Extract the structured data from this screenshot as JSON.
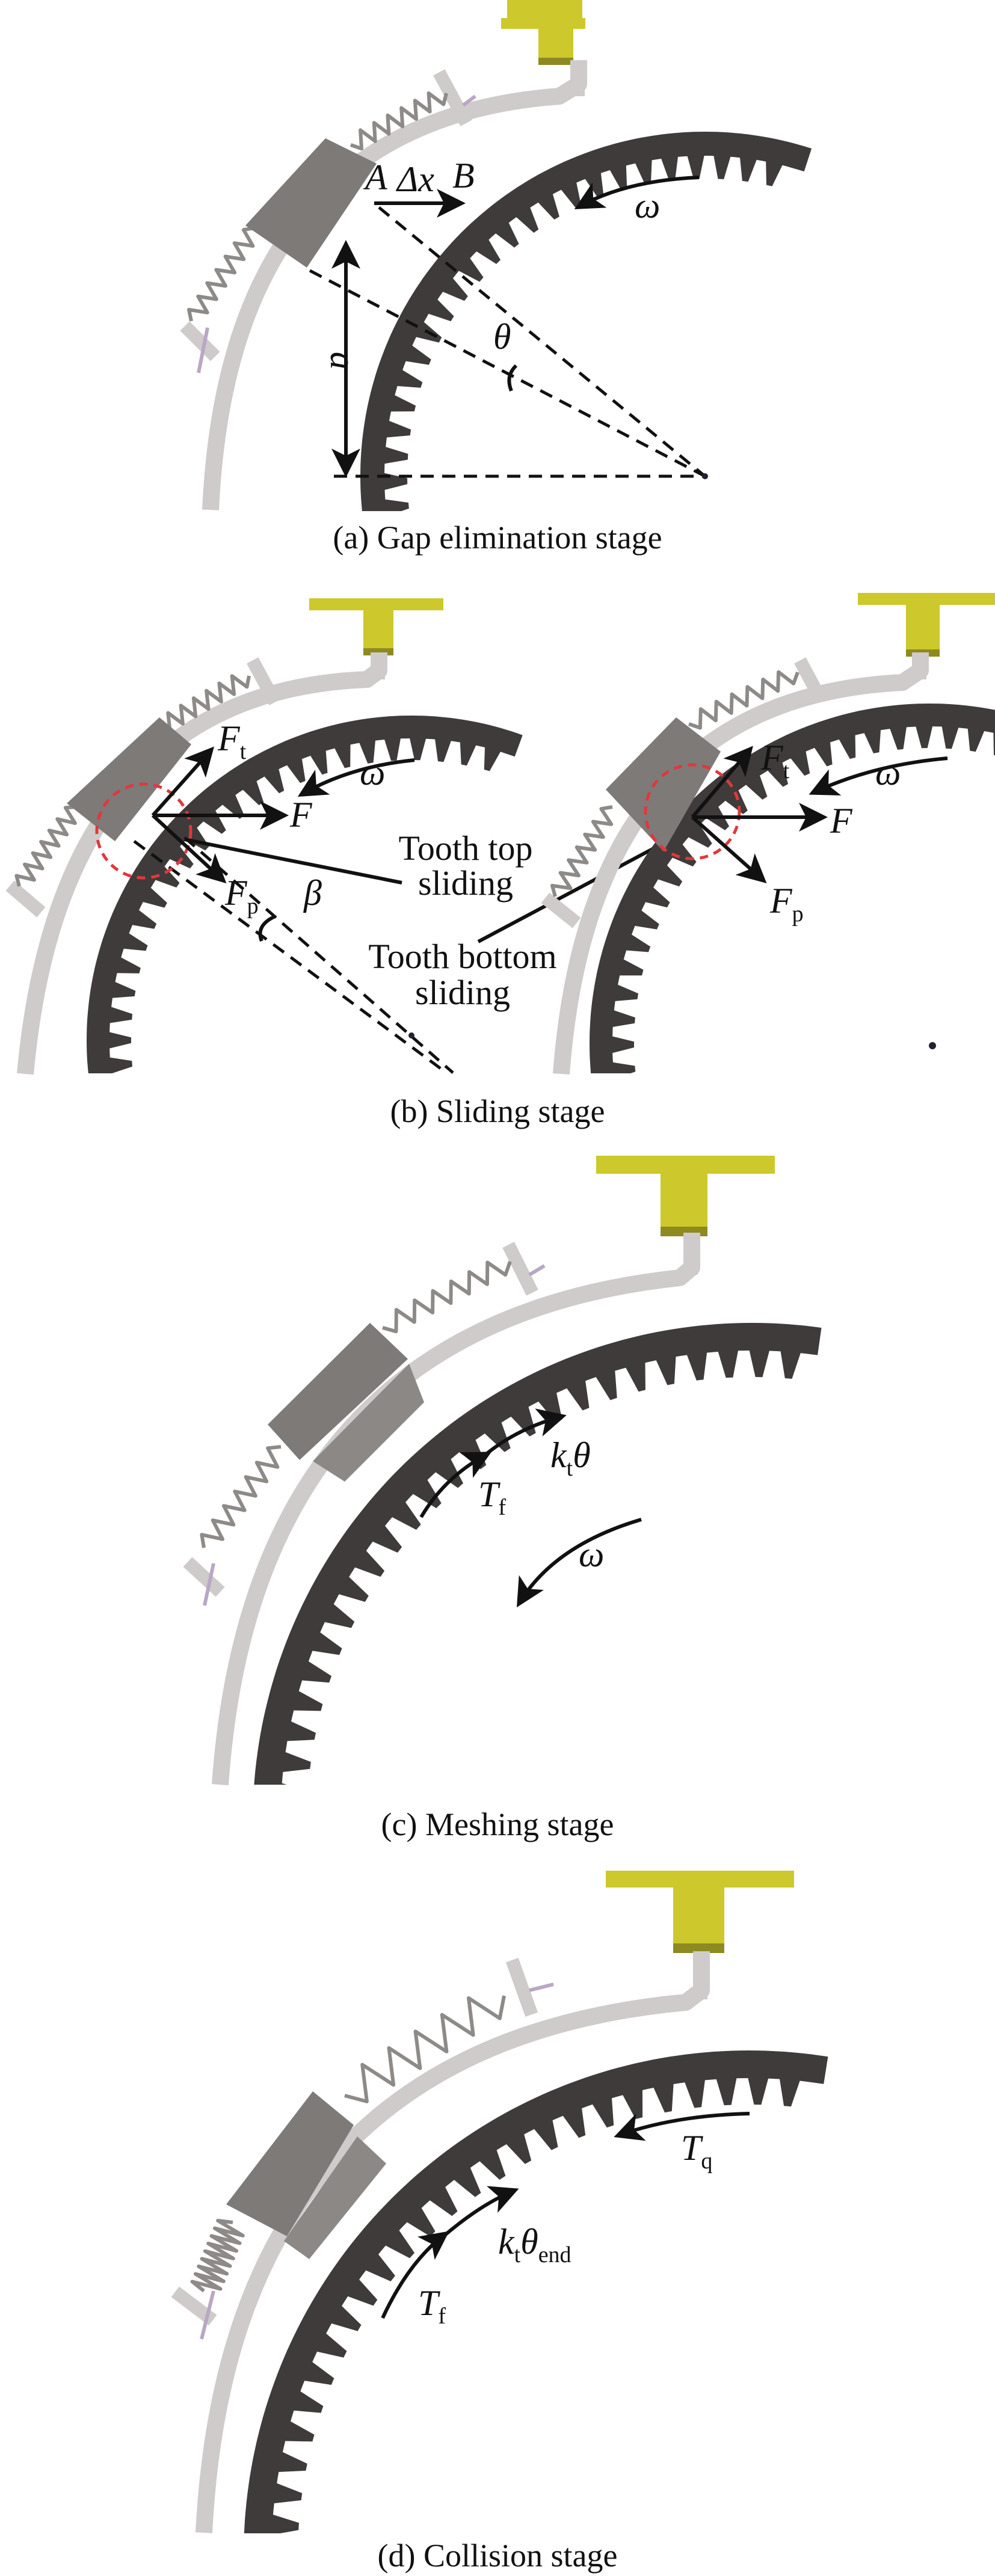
{
  "panels": {
    "a": {
      "caption": "(a) Gap elimination stage",
      "point_a": "A",
      "delta_x": "Δx",
      "point_b": "B",
      "omega": "ω",
      "theta": "θ",
      "distance": "a"
    },
    "b": {
      "caption": "(b) Sliding stage",
      "left": {
        "ft": {
          "main": "F",
          "sub": "t"
        },
        "f": "F",
        "fp": {
          "main": "F",
          "sub": "p"
        },
        "beta": "β",
        "omega": "ω",
        "tooth_top": [
          "Tooth top",
          "sliding"
        ],
        "tooth_bottom": [
          "Tooth bottom",
          "sliding"
        ]
      },
      "right": {
        "ft": {
          "main": "F",
          "sub": "t"
        },
        "f": "F",
        "fp": {
          "main": "F",
          "sub": "p"
        },
        "omega": "ω"
      }
    },
    "c": {
      "caption": "(c) Meshing stage",
      "kt_theta": {
        "k": "k",
        "sub": "t",
        "theta": "θ"
      },
      "tf": {
        "main": "T",
        "sub": "f"
      },
      "omega": "ω"
    },
    "d": {
      "caption": "(d) Collision stage",
      "kt_theta_end": {
        "k": "k",
        "sub": "t",
        "theta": "θ",
        "sub2": "end"
      },
      "tf": {
        "main": "T",
        "sub": "f"
      },
      "tq": {
        "main": "T",
        "sub": "q"
      }
    }
  },
  "colors": {
    "gear": "#3e3b3a",
    "track": "#cfcbcb",
    "bracket": "#cdc82b",
    "block": "#7e7a78",
    "contact_circle": "#e0383c"
  }
}
